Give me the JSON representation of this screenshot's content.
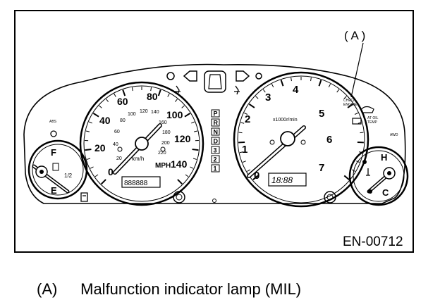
{
  "figure": {
    "callout": "( A )",
    "code": "EN-00712",
    "speedometer": {
      "mph_ticks": [
        "0",
        "20",
        "40",
        "60",
        "80",
        "100",
        "120",
        "140"
      ],
      "kmh_ticks": [
        "20",
        "40",
        "60",
        "80",
        "100",
        "120",
        "140",
        "160",
        "180",
        "200",
        "220"
      ],
      "kmh_unit": "km/h",
      "mph_unit": "MPH",
      "odometer": "888888"
    },
    "tachometer": {
      "ticks": [
        "0",
        "1",
        "2",
        "3",
        "4",
        "5",
        "6",
        "7"
      ],
      "unit": "x1000r/min",
      "clock": "18:88"
    },
    "fuel_gauge": {
      "full": "F",
      "half": "1/2",
      "empty": "E"
    },
    "temp_gauge": {
      "hot": "H",
      "cold": "C"
    },
    "gear_indicator": [
      "P",
      "R",
      "N",
      "D",
      "3",
      "2",
      "1"
    ],
    "small_labels": {
      "check_engine": [
        "CHECK",
        "ENGINE"
      ],
      "at_oil_temp": [
        "AT OIL",
        "TEMP"
      ],
      "awd": "AWD",
      "abs_small": "ABS"
    }
  },
  "caption": {
    "id": "(A)",
    "text": "Malfunction indicator lamp (MIL)"
  }
}
